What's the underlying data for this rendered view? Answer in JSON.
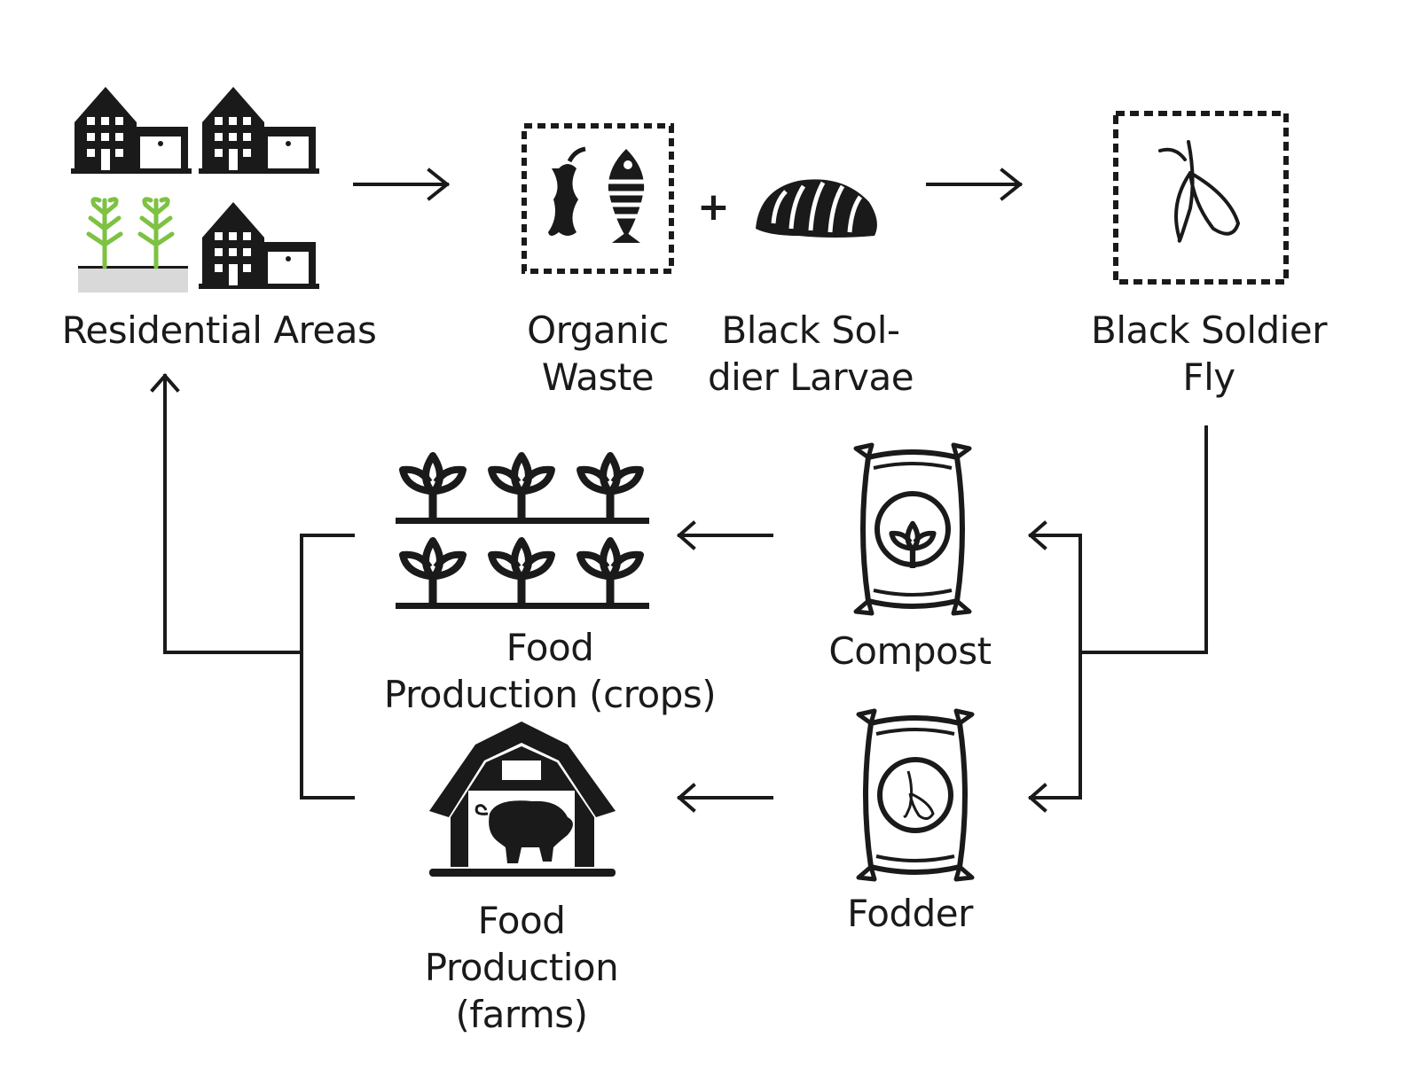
{
  "nodes": {
    "residential": {
      "label": "Residential Areas"
    },
    "organic_waste": {
      "label_line1": "Organic",
      "label_line2": "Waste"
    },
    "larvae": {
      "label_line1": "Black Sol-",
      "label_line2": "dier Larvae"
    },
    "fly": {
      "label_line1": "Black Soldier",
      "label_line2": "Fly"
    },
    "crops": {
      "label_line1": "Food",
      "label_line2": "Production (crops)"
    },
    "compost": {
      "label": "Compost"
    },
    "fodder": {
      "label": "Fodder"
    },
    "farms": {
      "label_line1": "Food",
      "label_line2": "Production",
      "label_line3": "(farms)"
    }
  },
  "plus_sign": "+",
  "colors": {
    "ink": "#1a1a1a",
    "plant_green": "#7dc242",
    "soil_gray": "#d9d9d9"
  },
  "icons": [
    "house-icon",
    "plant-icon",
    "apple-core-icon",
    "fish-bone-icon",
    "larva-icon",
    "fly-icon",
    "crop-field-icon",
    "compost-bag-icon",
    "fodder-bag-icon",
    "barn-pig-icon"
  ]
}
